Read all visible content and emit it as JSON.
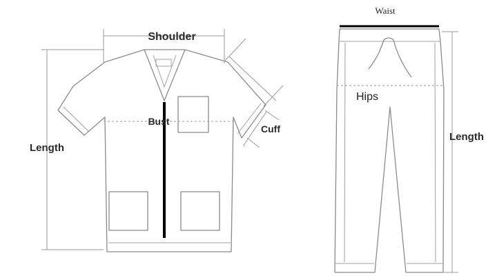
{
  "shirt": {
    "labels": {
      "shoulder": "Shoulder",
      "bust": "Bust",
      "cuff": "Cuff",
      "length": "Length"
    }
  },
  "pants": {
    "labels": {
      "waist": "Waist",
      "hips": "Hips",
      "length": "Length"
    }
  },
  "colors": {
    "outline": "#8a8a8a",
    "emphasis_line": "#000000",
    "text": "#2a2a2a"
  }
}
